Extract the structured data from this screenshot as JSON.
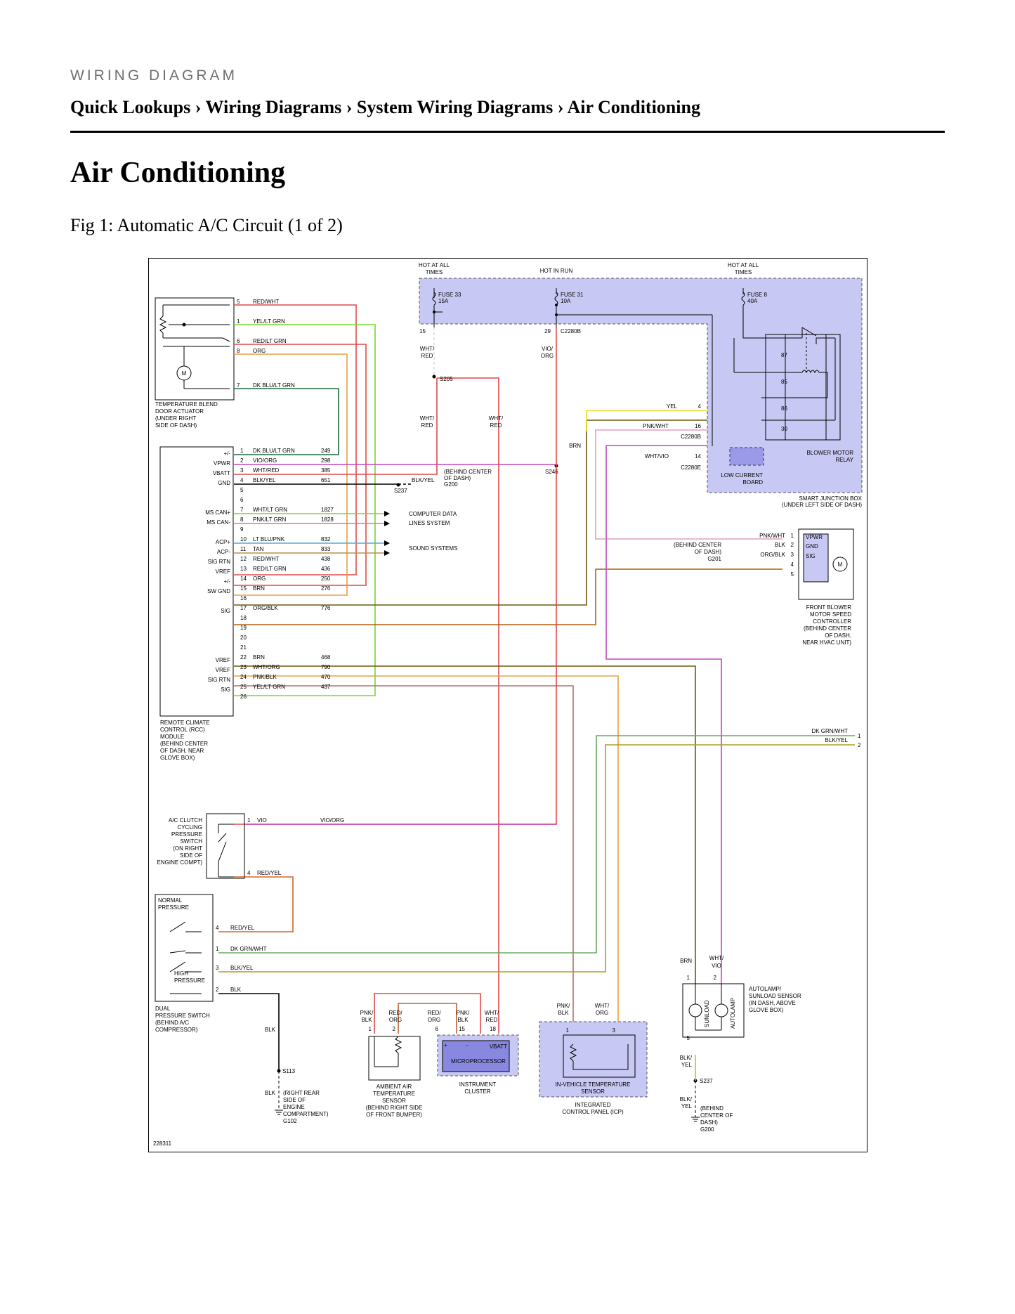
{
  "header": {
    "kicker": "WIRING DIAGRAM",
    "breadcrumb": [
      "Quick Lookups",
      "Wiring Diagrams",
      "System Wiring Diagrams",
      "Air Conditioning"
    ],
    "separator": "›"
  },
  "page_title": "Air Conditioning",
  "figure_caption": "Fig 1: Automatic A/C Circuit (1 of 2)",
  "diagram": {
    "figure_id": "228311",
    "power": {
      "hot_at_all_times_1": [
        "HOT AT ALL",
        "TIMES"
      ],
      "hot_in_run": "HOT IN RUN",
      "hot_at_all_times_2": [
        "HOT AT ALL",
        "TIMES"
      ],
      "fuse33": [
        "FUSE 33",
        "15A"
      ],
      "fuse31": [
        "FUSE 31",
        "10A"
      ],
      "fuse8": [
        "FUSE 8",
        "40A"
      ],
      "pin15": "15",
      "pin29": "29",
      "c2280b_top": "C2280B"
    },
    "sjb": {
      "relay_pins": [
        "87",
        "85",
        "86",
        "30"
      ],
      "relay_label": [
        "BLOWER MOTOR",
        "RELAY"
      ],
      "lcb_label": [
        "LOW CURRENT",
        "BOARD"
      ],
      "label": [
        "SMART JUNCTION BOX",
        "(UNDER LEFT SIDE OF DASH)"
      ],
      "yel": "YEL",
      "yel_pin": "4",
      "pnkwht": "PNK/WHT",
      "pnkwht_pin": "16",
      "c2280b": "C2280B",
      "whtvio": "WHT/VIO",
      "whtvio_pin": "14",
      "c2280e": "C2280E"
    },
    "splices": {
      "whtred1": [
        "WHT/",
        "RED"
      ],
      "vioorg": [
        "VIO/",
        "ORG"
      ],
      "s205": "S205",
      "whtred2": [
        "WHT/",
        "RED"
      ],
      "whtred3": [
        "WHT/",
        "RED"
      ],
      "brn": "BRN",
      "s246": "S246",
      "behind_center": [
        "(BEHIND CENTER",
        "OF DASH)",
        "G200"
      ],
      "blkyel": "BLK/YEL",
      "s237_top": "S237"
    },
    "blend_actuator": {
      "pins": [
        {
          "pin": "5",
          "wire": "RED/WHT"
        },
        {
          "pin": "1",
          "wire": "YEL/LT GRN"
        },
        {
          "pin": "6",
          "wire": "RED/LT GRN"
        },
        {
          "pin": "8",
          "wire": "ORG"
        },
        {
          "pin": "7",
          "wire": "DK BLU/LT GRN"
        }
      ],
      "motor": "M",
      "label": [
        "TEMPERATURE BLEND",
        "DOOR ACTUATOR",
        "(UNDER RIGHT",
        "SIDE OF DASH)"
      ]
    },
    "rcc": {
      "pins": [
        {
          "pin": "1",
          "fn": "+/-",
          "wire": "DK BLU/LT GRN",
          "circuit": "249"
        },
        {
          "pin": "2",
          "fn": "VPWR",
          "wire": "VIO/ORG",
          "circuit": "298"
        },
        {
          "pin": "3",
          "fn": "VBATT",
          "wire": "WHT/RED",
          "circuit": "385"
        },
        {
          "pin": "4",
          "fn": "GND",
          "wire": "BLK/YEL",
          "circuit": "651"
        },
        {
          "pin": "5",
          "fn": "",
          "wire": "",
          "circuit": ""
        },
        {
          "pin": "6",
          "fn": "",
          "wire": "",
          "circuit": ""
        },
        {
          "pin": "7",
          "fn": "MS CAN+",
          "wire": "WHT/LT GRN",
          "circuit": "1827"
        },
        {
          "pin": "8",
          "fn": "MS CAN-",
          "wire": "PNK/LT GRN",
          "circuit": "1828"
        },
        {
          "pin": "9",
          "fn": "",
          "wire": "",
          "circuit": ""
        },
        {
          "pin": "10",
          "fn": "ACP+",
          "wire": "LT BLU/PNK",
          "circuit": "832"
        },
        {
          "pin": "11",
          "fn": "ACP-",
          "wire": "TAN",
          "circuit": "833"
        },
        {
          "pin": "12",
          "fn": "SIG RTN",
          "wire": "RED/WHT",
          "circuit": "438"
        },
        {
          "pin": "13",
          "fn": "VREF",
          "wire": "RED/LT GRN",
          "circuit": "436"
        },
        {
          "pin": "14",
          "fn": "+/-",
          "wire": "ORG",
          "circuit": "250"
        },
        {
          "pin": "15",
          "fn": "SW GND",
          "wire": "BRN",
          "circuit": "276"
        },
        {
          "pin": "16",
          "fn": "",
          "wire": "",
          "circuit": ""
        },
        {
          "pin": "17",
          "fn": "SIG",
          "wire": "ORG/BLK",
          "circuit": "776"
        },
        {
          "pin": "18",
          "fn": "",
          "wire": "",
          "circuit": ""
        },
        {
          "pin": "19",
          "fn": "",
          "wire": "",
          "circuit": ""
        },
        {
          "pin": "20",
          "fn": "",
          "wire": "",
          "circuit": ""
        },
        {
          "pin": "21",
          "fn": "",
          "wire": "",
          "circuit": ""
        },
        {
          "pin": "22",
          "fn": "VREF",
          "wire": "BRN",
          "circuit": "468"
        },
        {
          "pin": "23",
          "fn": "VREF",
          "wire": "WHT/ORG",
          "circuit": "790"
        },
        {
          "pin": "24",
          "fn": "SIG RTN",
          "wire": "PNK/BLK",
          "circuit": "470"
        },
        {
          "pin": "25",
          "fn": "SIG",
          "wire": "YEL/LT GRN",
          "circuit": "437"
        },
        {
          "pin": "26",
          "fn": "",
          "wire": "",
          "circuit": ""
        }
      ],
      "computer_data": [
        "COMPUTER DATA",
        "LINES SYSTEM"
      ],
      "sound_systems": "SOUND SYSTEMS",
      "label": [
        "REMOTE CLIMATE",
        "CONTROL (RCC)",
        "MODULE",
        "(BEHIND CENTER",
        "OF DASH, NEAR",
        "GLOVE BOX)"
      ]
    },
    "blower_controller": {
      "pins": [
        {
          "pin": "1",
          "wire": "PNK/WHT",
          "fn": "VPWR"
        },
        {
          "pin": "2",
          "wire": "BLK",
          "fn": "GND"
        },
        {
          "pin": "3",
          "wire": "ORG/BLK",
          "fn": "SIG"
        },
        {
          "pin": "4",
          "wire": "",
          "fn": ""
        },
        {
          "pin": "5",
          "wire": "",
          "fn": ""
        }
      ],
      "ground": [
        "(BEHIND CENTER",
        "OF DASH)",
        "G201"
      ],
      "motor": "M",
      "label": [
        "FRONT BLOWER",
        "MOTOR SPEED",
        "CONTROLLER",
        "(BEHIND CENTER",
        "OF DASH,",
        "NEAR HVAC UNIT)"
      ]
    },
    "right_wires": [
      {
        "wire": "DK GRN/WHT",
        "pin": "1"
      },
      {
        "wire": "BLK/YEL",
        "pin": "2"
      }
    ],
    "cycling_switch": {
      "pin1": "1",
      "wire1": "VIO",
      "wire1b": "VIO/ORG",
      "pin4": "4",
      "wire4": "RED/YEL",
      "label": [
        "A/C CLUTCH",
        "CYCLING",
        "PRESSURE",
        "SWITCH",
        "(ON RIGHT",
        "SIDE OF",
        "ENGINE COMPT)"
      ]
    },
    "dual_switch": {
      "normal": [
        "NORMAL",
        "PRESSURE"
      ],
      "high": [
        "HIGH",
        "PRESSURE"
      ],
      "pins": [
        {
          "pin": "4",
          "wire": "RED/YEL"
        },
        {
          "pin": "1",
          "wire": "DK GRN/WHT"
        },
        {
          "pin": "3",
          "wire": "BLK/YEL"
        },
        {
          "pin": "2",
          "wire": "BLK"
        }
      ],
      "label": [
        "DUAL",
        "PRESSURE SWITCH",
        "(BEHIND A/C",
        "COMPRESSOR)"
      ]
    },
    "ground_g102": {
      "blk1": "BLK",
      "s113": "S113",
      "blk2": "BLK",
      "label": [
        "(RIGHT REAR",
        "SIDE OF",
        "ENGINE",
        "COMPARTMENT)",
        "G102"
      ]
    },
    "ambient": {
      "wires": [
        [
          "PNK/",
          "BLK"
        ],
        [
          "RED/",
          "ORG"
        ]
      ],
      "pins": [
        "1",
        "2"
      ],
      "label": [
        "AMBIENT AIR",
        "TEMPERATURE",
        "SENSOR",
        "(BEHIND RIGHT SIDE",
        "OF FRONT BUMPER)"
      ]
    },
    "cluster": {
      "wires": [
        [
          "RED/",
          "ORG"
        ],
        [
          "PNK/",
          "BLK"
        ],
        [
          "WHT/",
          "RED"
        ]
      ],
      "pins": [
        "6",
        "15",
        "18"
      ],
      "plus": "+",
      "minus": "-",
      "vbatt": "VBATT",
      "micro": "MICROPROCESSOR",
      "label": [
        "INSTRUMENT",
        "CLUSTER"
      ]
    },
    "icp": {
      "wires": [
        [
          "PNK/",
          "BLK"
        ],
        [
          "WHT/",
          "ORG"
        ]
      ],
      "pins": [
        "1",
        "3"
      ],
      "inner": [
        "IN-VEHICLE TEMPERATURE",
        "SENSOR"
      ],
      "label": [
        "INTEGRATED",
        "CONTROL PANEL (ICP)"
      ]
    },
    "autolamp": {
      "wire_brn": "BRN",
      "wire_whtvio": [
        "WHT/",
        "VIO"
      ],
      "pins": [
        "1",
        "2",
        "5"
      ],
      "sunload": "SUNLOAD",
      "autolamp": "AUTOLAMP",
      "label": [
        "AUTOLAMP/",
        "SUNLOAD SENSOR",
        "(IN DASH, ABOVE",
        "GLOVE BOX)"
      ],
      "blkyel1": [
        "BLK/",
        "YEL"
      ],
      "s237": "S237",
      "blkyel2": [
        "BLK/",
        "YEL"
      ],
      "ground": [
        "(BEHIND",
        "CENTER OF",
        "DASH)",
        "G200"
      ]
    }
  }
}
